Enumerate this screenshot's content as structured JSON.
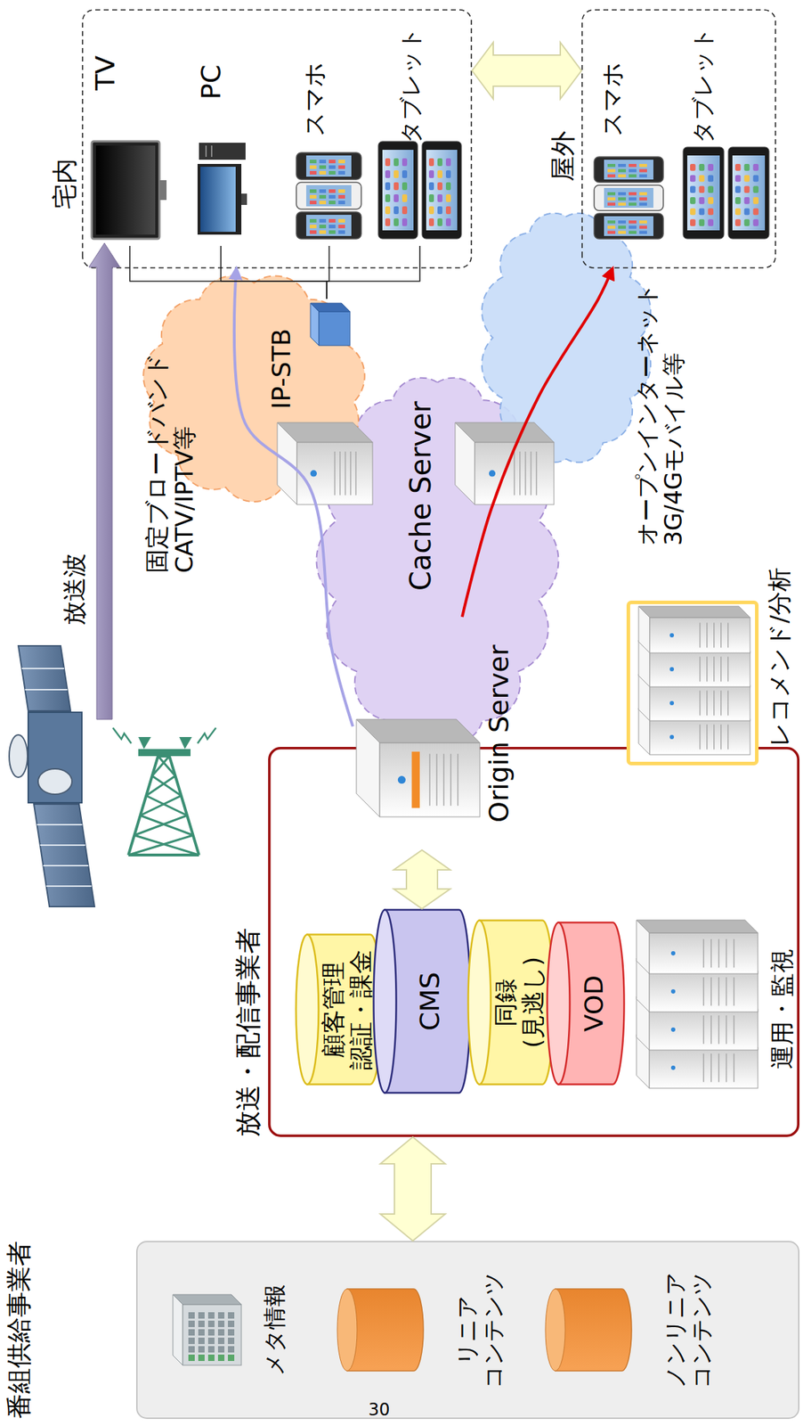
{
  "diagram": {
    "nodes": [
      {
        "text": [
          "番組供給事業者"
        ]
      },
      {
        "text": [
          "メタ情報"
        ],
        "in": 0
      },
      {
        "text": [
          "リニア コンテンツ"
        ],
        "in": 0
      },
      {
        "text": [
          "ノンリニア コンテンツ"
        ],
        "in": 0
      },
      {
        "text": [
          "放送・配信事業者"
        ]
      },
      {
        "text": [
          "顧客管理 認証・課金"
        ],
        "in": 4
      },
      {
        "text": [
          "CMS"
        ],
        "in": 4
      },
      {
        "text": [
          "同録 (見逃し)"
        ],
        "in": 4
      },
      {
        "text": [
          "VOD"
        ],
        "in": 4
      },
      {
        "text": [
          "運用・監視"
        ],
        "in": 4
      },
      {
        "text": [
          "Origin Server"
        ],
        "in": 4
      },
      {
        "text": [
          "レコメンド/分析"
        ]
      },
      {
        "text": [
          "Cache Server"
        ]
      },
      {
        "text": [
          "固定ブロードバンド CATV/IPTV等"
        ]
      },
      {
        "text": [
          "IP-STB"
        ],
        "in": 13
      },
      {
        "text": [
          "オープンインターネット 3G/4Gモバイル等"
        ]
      },
      {
        "text": [
          "宅内"
        ]
      },
      {
        "text": [
          "TV"
        ],
        "in": 16
      },
      {
        "text": [
          "PC"
        ],
        "in": 16
      },
      {
        "text": [
          "スマホ"
        ],
        "in": 16
      },
      {
        "text": [
          "タブレット"
        ],
        "in": 16
      },
      {
        "text": [
          "屋外"
        ]
      },
      {
        "text": [
          "スマホ"
        ],
        "in": 21
      },
      {
        "text": [
          "タブレット"
        ],
        "in": 21
      }
    ],
    "edges": [
      {
        "from": 0,
        "to": 4,
        "arrow": "both"
      },
      {
        "from": 6,
        "to": 10,
        "arrow": "both"
      },
      {
        "from": 10,
        "to": 16,
        "arrow": "to"
      },
      {
        "from": 10,
        "to": 21,
        "arrow": "to"
      },
      {
        "from": 16,
        "to": 21,
        "arrow": "both"
      },
      {
        "from": 14,
        "to": 17,
        "arrow": "none"
      },
      {
        "from": 14,
        "to": 18,
        "arrow": "none"
      },
      {
        "from": 14,
        "to": 19,
        "arrow": "none"
      },
      {
        "from": 14,
        "to": 20,
        "arrow": "none"
      }
    ],
    "labels": [
      "放送波",
      "30"
    ]
  }
}
